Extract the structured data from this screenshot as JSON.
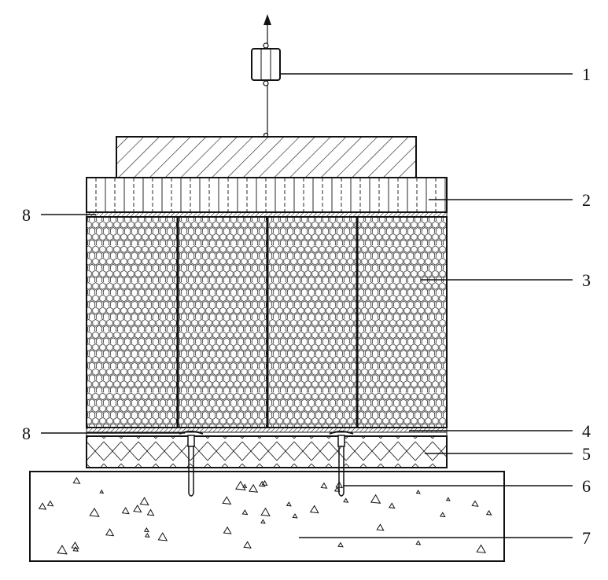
{
  "figure": {
    "callouts": [
      {
        "id": "1",
        "label": "1"
      },
      {
        "id": "2",
        "label": "2"
      },
      {
        "id": "3",
        "label": "3"
      },
      {
        "id": "4",
        "label": "4"
      },
      {
        "id": "5",
        "label": "5"
      },
      {
        "id": "6",
        "label": "6"
      },
      {
        "id": "7",
        "label": "7"
      },
      {
        "id": "8a",
        "label": "8"
      },
      {
        "id": "8b",
        "label": "8"
      }
    ]
  },
  "colors": {
    "ink": "#111111",
    "paper": "#ffffff"
  }
}
